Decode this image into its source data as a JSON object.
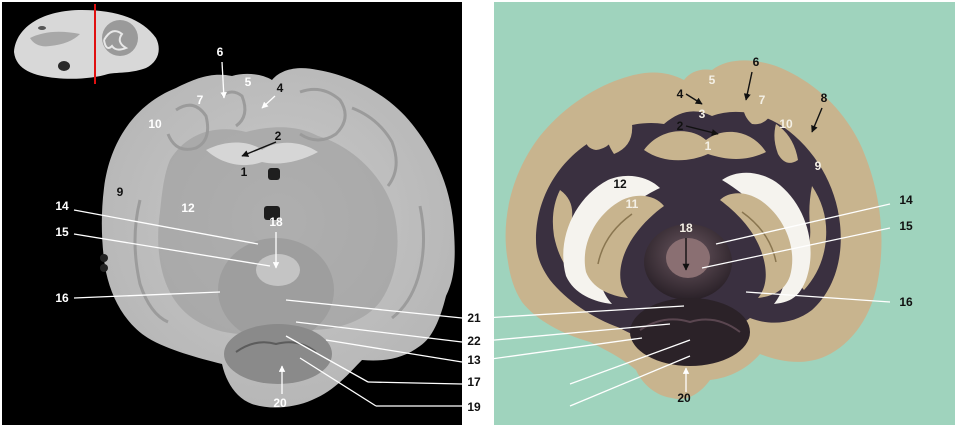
{
  "left_panel": {
    "background": "#000000",
    "cut_line_color": "#e01010",
    "labels": {
      "l1": "1",
      "l2": "2",
      "l4": "4",
      "l5": "5",
      "l6": "6",
      "l7": "7",
      "l9": "9",
      "l10": "10",
      "l12": "12",
      "l13": "13",
      "l14": "14",
      "l15": "15",
      "l16": "16",
      "l17": "17",
      "l18": "18",
      "l19": "19",
      "l20": "20",
      "l21": "21",
      "l22": "22"
    }
  },
  "right_panel": {
    "background": "#9fd3bd",
    "cortex_color": "#c8b48e",
    "white_matter_color": "#3a3040",
    "labels": {
      "r1": "1",
      "r2": "2",
      "r3": "3",
      "r4": "4",
      "r5": "5",
      "r6": "6",
      "r7": "7",
      "r8": "8",
      "r9": "9",
      "r10": "10",
      "r11": "11",
      "r12": "12",
      "r14": "14",
      "r15": "15",
      "r16": "16",
      "r18": "18",
      "r20": "20"
    }
  }
}
